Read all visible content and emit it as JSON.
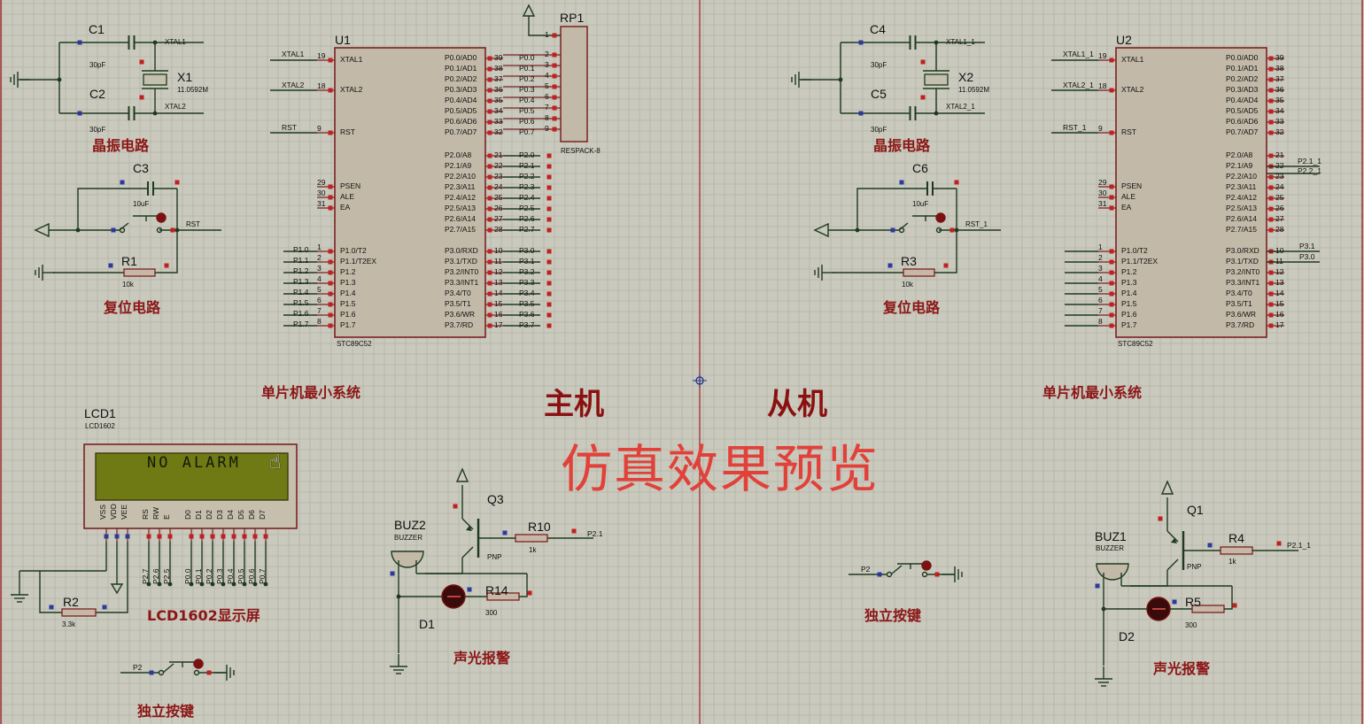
{
  "headings": {
    "master": "主机",
    "slave": "从机",
    "preview": "仿真效果预览",
    "lcd_label": "LCD1602显示屏"
  },
  "osc1": {
    "c1": "C1",
    "c2": "C2",
    "c1_val": "30pF",
    "c2_val": "30pF",
    "x": "X1",
    "x_val": "11.0592M",
    "net_a": "XTAL1",
    "net_b": "XTAL2",
    "label": "晶振电路"
  },
  "rst1": {
    "c": "C3",
    "c_val": "10uF",
    "r": "R1",
    "r_val": "10k",
    "net": "RST",
    "label": "复位电路"
  },
  "mcu1": {
    "ref": "U1",
    "part": "STC89C52",
    "label": "单片机最小系统",
    "xtal1_net": "XTAL1",
    "xtal2_net": "XTAL2",
    "rst_net": "RST"
  },
  "rp1": {
    "ref": "RP1",
    "part": "RESPACK-8"
  },
  "osc2": {
    "c1": "C4",
    "c2": "C5",
    "c1_val": "30pF",
    "c2_val": "30pF",
    "x": "X2",
    "x_val": "11.0592M",
    "net_a": "XTAL1_1",
    "net_b": "XTAL2_1",
    "label": "晶振电路"
  },
  "rst2": {
    "c": "C6",
    "c_val": "10uF",
    "r": "R3",
    "r_val": "10k",
    "net": "RST_1",
    "label": "复位电路"
  },
  "mcu2": {
    "ref": "U2",
    "part": "STC89C52",
    "label": "单片机最小系统",
    "xtal1_net": "XTAL1_1",
    "xtal2_net": "XTAL2_1",
    "rst_net": "RST_1",
    "nets": [
      "P2.1_1",
      "P2.2_1",
      "P3.1",
      "P3.0"
    ]
  },
  "lcd": {
    "ref": "LCD1",
    "part": "LCD1602",
    "display": "NO ALARM",
    "r": "R2",
    "r_val": "3.3k",
    "pins": [
      "VSS",
      "VDD",
      "VEE",
      "RS",
      "RW",
      "E",
      "D0",
      "D1",
      "D2",
      "D3",
      "D4",
      "D5",
      "D6",
      "D7"
    ],
    "nets": [
      "P2.7",
      "P2.6",
      "P2.5",
      "P0.0",
      "P0.1",
      "P0.2",
      "P0.3",
      "P0.4",
      "P0.5",
      "P0.6",
      "P0.7"
    ]
  },
  "key1": {
    "net": "P2",
    "label": "独立按键"
  },
  "key2": {
    "net": "P2",
    "label": "独立按键"
  },
  "alarm1": {
    "buz": "BUZ2",
    "buz_part": "BUZZER",
    "q": "Q3",
    "q_type": "PNP",
    "r_base": "R10",
    "r_base_val": "1k",
    "net": "P2.1",
    "r_led": "R14",
    "r_led_val": "300",
    "led": "D1",
    "label": "声光报警"
  },
  "alarm2": {
    "buz": "BUZ1",
    "buz_part": "BUZZER",
    "q": "Q1",
    "q_type": "PNP",
    "r_base": "R4",
    "r_base_val": "1k",
    "net": "P2.1_1",
    "r_led": "R5",
    "r_led_val": "300",
    "led": "D2",
    "label": "声光报警"
  },
  "mcu_pins": {
    "left_top": [
      [
        "19",
        "XTAL1"
      ],
      [
        "18",
        "XTAL2"
      ],
      [
        "9",
        "RST"
      ]
    ],
    "left_mid": [
      [
        "29",
        "PSEN"
      ],
      [
        "30",
        "ALE"
      ],
      [
        "31",
        "EA"
      ]
    ],
    "left_p1": [
      [
        "1",
        "P1.0/T2"
      ],
      [
        "2",
        "P1.1/T2EX"
      ],
      [
        "3",
        "P1.2"
      ],
      [
        "4",
        "P1.3"
      ],
      [
        "5",
        "P1.4"
      ],
      [
        "6",
        "P1.5"
      ],
      [
        "7",
        "P1.6"
      ],
      [
        "8",
        "P1.7"
      ]
    ],
    "right_p0": [
      [
        "39",
        "P0.0/AD0"
      ],
      [
        "38",
        "P0.1/AD1"
      ],
      [
        "37",
        "P0.2/AD2"
      ],
      [
        "36",
        "P0.3/AD3"
      ],
      [
        "35",
        "P0.4/AD4"
      ],
      [
        "34",
        "P0.5/AD5"
      ],
      [
        "33",
        "P0.6/AD6"
      ],
      [
        "32",
        "P0.7/AD7"
      ]
    ],
    "right_p2": [
      [
        "21",
        "P2.0/A8"
      ],
      [
        "22",
        "P2.1/A9"
      ],
      [
        "23",
        "P2.2/A10"
      ],
      [
        "24",
        "P2.3/A11"
      ],
      [
        "25",
        "P2.4/A12"
      ],
      [
        "26",
        "P2.5/A13"
      ],
      [
        "27",
        "P2.6/A14"
      ],
      [
        "28",
        "P2.7/A15"
      ]
    ],
    "right_p3": [
      [
        "10",
        "P3.0/RXD"
      ],
      [
        "11",
        "P3.1/TXD"
      ],
      [
        "12",
        "P3.2/INT0"
      ],
      [
        "13",
        "P3.3/INT1"
      ],
      [
        "14",
        "P3.4/T0"
      ],
      [
        "15",
        "P3.5/T1"
      ],
      [
        "16",
        "P3.6/WR"
      ],
      [
        "17",
        "P3.7/RD"
      ]
    ],
    "u1_left_nets": [
      "P1.0",
      "P1.1",
      "P1.2",
      "P1.3",
      "P1.4",
      "P1.5",
      "P1.6",
      "P1.7"
    ],
    "u1_p0_nets": [
      "P0.0",
      "P0.1",
      "P0.2",
      "P0.3",
      "P0.4",
      "P0.5",
      "P0.6",
      "P0.7"
    ],
    "u1_p2_nets": [
      "P2.0",
      "P2.1",
      "P2.2",
      "P2.3",
      "P2.4",
      "P2.5",
      "P2.6",
      "P2.7"
    ],
    "u1_p3_nets": [
      "P3.0",
      "P3.1",
      "P3.2",
      "P3.3",
      "P3.4",
      "P3.5",
      "P3.6",
      "P3.7"
    ]
  },
  "rp1_pins": [
    "1",
    "2",
    "3",
    "4",
    "5",
    "6",
    "7",
    "8",
    "9"
  ],
  "colors": {
    "background": "#c9c9bd",
    "grid": "#b3b3a6",
    "wire": "#1f3a1f",
    "border": "#a33a3a",
    "chip": "#c2b9a8",
    "label": "#8b1616",
    "preview": "#e2413a",
    "lcd_screen": "#6f7a14"
  }
}
